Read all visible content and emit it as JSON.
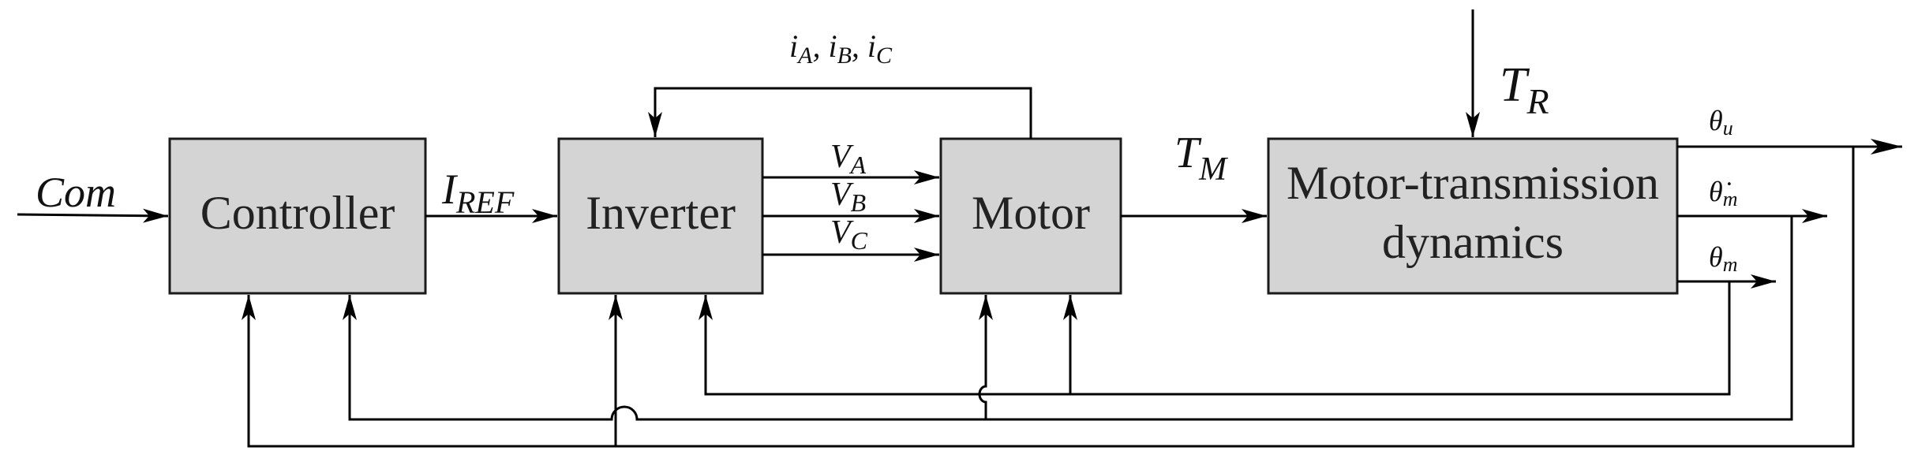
{
  "blocks": {
    "controller": "Controller",
    "inverter": "Inverter",
    "motor": "Motor",
    "transmission_line1": "Motor-transmission",
    "transmission_line2": "dynamics"
  },
  "signals": {
    "com": "Com",
    "iref_main": "I",
    "iref_sub": "REF",
    "va_main": "V",
    "va_sub": "A",
    "vb_main": "V",
    "vb_sub": "B",
    "vc_main": "V",
    "vc_sub": "C",
    "currents": [
      {
        "main": "i",
        "sub": "A",
        "sep": ", "
      },
      {
        "main": "i",
        "sub": "B",
        "sep": ", "
      },
      {
        "main": "i",
        "sub": "C",
        "sep": ""
      }
    ],
    "tm_main": "T",
    "tm_sub": "M",
    "tr_main": "T",
    "tr_sub": "R",
    "theta_u_main": "θ",
    "theta_u_sub": "u",
    "theta_dot_m_main": "θ̇",
    "theta_dot_m_sub": "m",
    "theta_m_main": "θ",
    "theta_m_sub": "m"
  }
}
